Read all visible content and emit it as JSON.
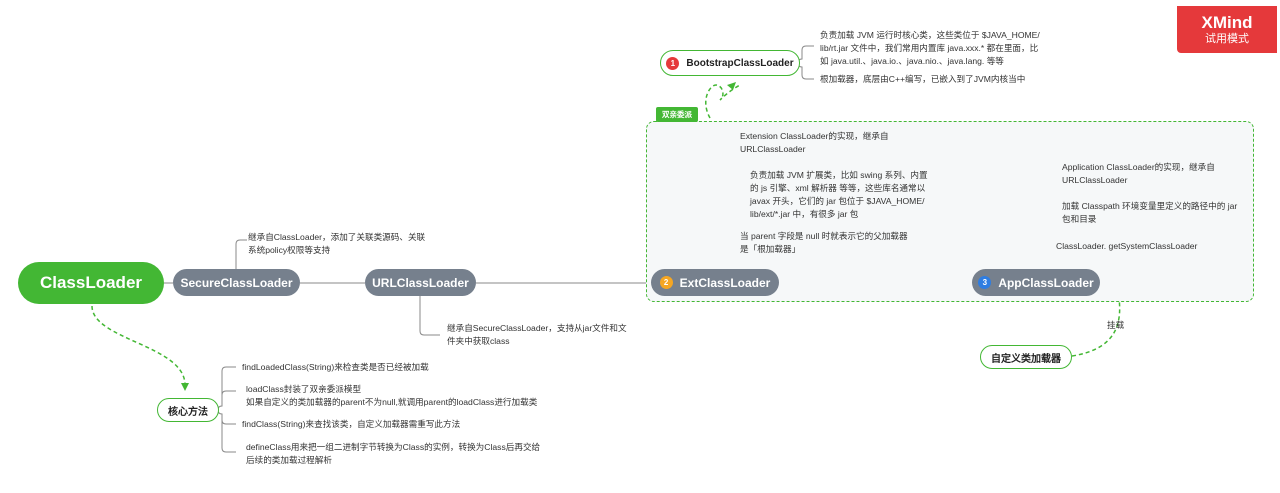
{
  "logo": {
    "brand": "XMind",
    "mode": "试用模式"
  },
  "root": {
    "label": "ClassLoader"
  },
  "secure": {
    "label": "SecureClassLoader",
    "note": "继承自ClassLoader，添加了关联类源码、关联\n系统policy权限等支持"
  },
  "url": {
    "label": "URLClassLoader",
    "note": "继承自SecureClassLoader，支持从jar文件和文\n件夹中获取class"
  },
  "group": {
    "label": "双亲委派"
  },
  "bootstrap": {
    "badge": "1",
    "label": "BootstrapClassLoader",
    "notes": [
      "负责加载 JVM 运行时核心类，这些类位于 $JAVA_HOME/\nlib/rt.jar 文件中，我们常用内置库 java.xxx.* 都在里面，比\n如 java.util.、java.io.、java.nio.、java.lang. 等等",
      "根加载器，底层由C++编写，已嵌入到了JVM内核当中"
    ]
  },
  "ext": {
    "badge": "2",
    "label": "ExtClassLoader",
    "notes": [
      "Extension ClassLoader的实现，继承自\nURLClassLoader",
      "负责加载 JVM 扩展类，比如 swing 系列、内置\n的 js 引擎、xml 解析器 等等，这些库名通常以\njavax 开头，它们的 jar 包位于 $JAVA_HOME/\nlib/ext/*.jar 中，有很多 jar 包",
      "当 parent 字段是 null 时就表示它的父加载器\n是「根加载器」"
    ]
  },
  "app": {
    "badge": "3",
    "label": "AppClassLoader",
    "notes": [
      "Application ClassLoader的实现，继承自\nURLClassLoader",
      "加载 Classpath 环境变量里定义的路径中的 jar\n包和目录",
      "ClassLoader. getSystemClassLoader"
    ]
  },
  "custom": {
    "label": "自定义类加载器",
    "edge": "挂载"
  },
  "core": {
    "label": "核心方法",
    "notes": [
      "findLoadedClass(String)来检查类是否已经被加载",
      "loadClass封装了双亲委派模型\n如果自定义的类加载器的parent不为null,就调用parent的loadClass进行加载类",
      "findClass(String)来查找该类，自定义加载器需重写此方法",
      "defineClass用来把一组二进制字节转换为Class的实例，转换为Class后再交给\n后续的类加载过程解析"
    ]
  },
  "colors": {
    "green": "#43b734",
    "gray": "#76808d",
    "red": "#e5393b",
    "orange": "#f5a623",
    "blue": "#2f7de1"
  }
}
